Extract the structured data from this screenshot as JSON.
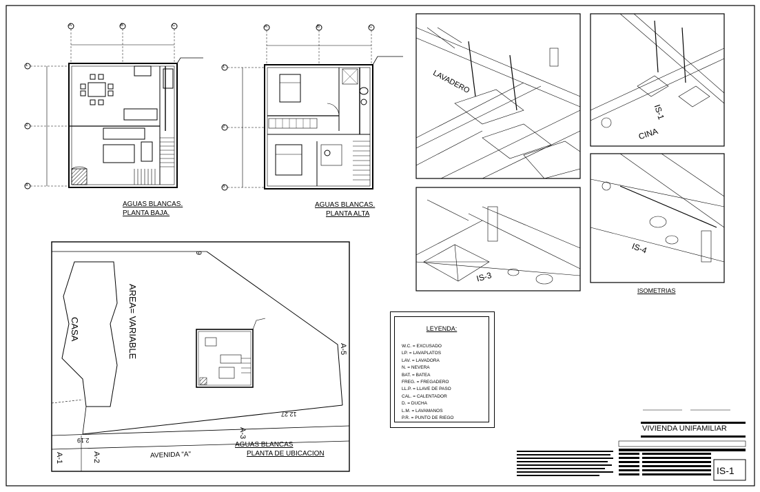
{
  "plans": {
    "ground": {
      "title_line1": "AGUAS BLANCAS.",
      "title_line2": "PLANTA BAJA."
    },
    "upper": {
      "title_line1": "AGUAS BLANCAS.",
      "title_line2": "PLANTA ALTA"
    },
    "site": {
      "title_line1": "AGUAS BLANCAS",
      "title_line2": "PLANTA DE UBICACION"
    },
    "grid_columns": [
      "A",
      "B",
      "C"
    ],
    "grid_rows": [
      "1",
      "2",
      "3"
    ]
  },
  "site_labels": {
    "casa": "CASA",
    "area": "AREA= VARIABLE",
    "lot_9": "9",
    "a5": "A-5",
    "a3": "A-3",
    "a2": "A-2",
    "a1": "A-1",
    "dim_1227": "12.27",
    "dim_219": "2.19",
    "avenida": "AVENIDA \"A\""
  },
  "isometric_labels": {
    "lavadero": "LAVADERO",
    "is1": "IS-1",
    "is3": "IS-3",
    "is4": "IS-4",
    "cina": "CINA",
    "caption": "ISOMETRIAS"
  },
  "legend": {
    "title": "LEYENDA:",
    "items": [
      "W.C.    = EXCUSADO",
      "LP.     = LAVAPLATOS",
      "LAV.    = LAVADORA",
      "N.      = NEVERA",
      "BAT.    = BATEA",
      "FREG.   = FREGADERO",
      "LL.P.   = LLAVE DE PASO",
      "CAL.    = CALENTADOR",
      "D.      = DUCHA",
      "L.M.    = LAVAMANOS",
      "P.R.    = PUNTO DE RIEGO"
    ]
  },
  "title_block": {
    "project": "VIVIENDA UNIFAMILIAR",
    "sheet_code": "IS-1"
  },
  "colors": {
    "ink": "#000000",
    "paper": "#ffffff"
  }
}
